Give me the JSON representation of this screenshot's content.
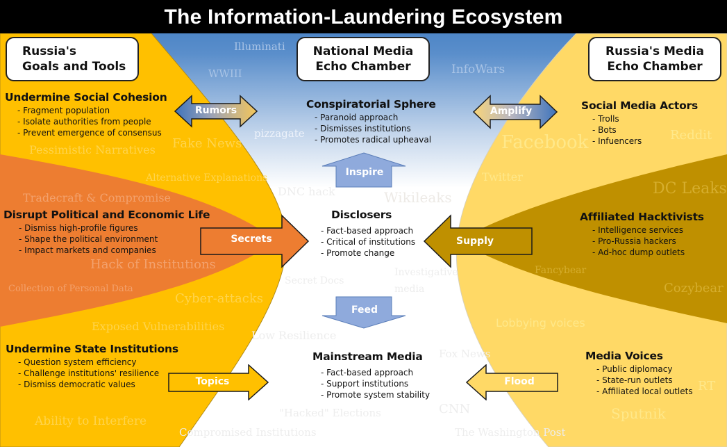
{
  "title": "The Information-Laundering Ecosystem",
  "colors": {
    "left_yellow": "#FFC000",
    "left_orange": "#ED7D31",
    "right_light_yellow": "#FFD966",
    "right_dark_gold": "#BF9000",
    "sky_blue": "#3E7CC0",
    "arrow_blue": "#8FAADC"
  },
  "headers": {
    "left": [
      "Russia's",
      "Goals and Tools"
    ],
    "center": [
      "National Media",
      "Echo Chamber"
    ],
    "right": [
      "Russia's Media",
      "Echo Chamber"
    ]
  },
  "left_blocks": [
    {
      "title": "Undermine Social Cohesion",
      "items": [
        "Fragment population",
        "Isolate authorities from people",
        "Prevent emergence of consensus"
      ]
    },
    {
      "title": "Disrupt Political and Economic Life",
      "items": [
        "Dismiss high-profile figures",
        "Shape the political environment",
        "Impact markets and companies"
      ]
    },
    {
      "title": "Undermine State Institutions",
      "items": [
        "Question system efficiency",
        "Challenge institutions' resilience",
        "Dismiss democratic values"
      ]
    }
  ],
  "center_blocks": [
    {
      "title": "Conspiratorial Sphere",
      "items": [
        "Paranoid approach",
        "Dismisses institutions",
        "Promotes radical upheaval"
      ]
    },
    {
      "title": "Disclosers",
      "items": [
        "Fact-based approach",
        "Critical of institutions",
        "Promote change"
      ]
    },
    {
      "title": "Mainstream Media",
      "items": [
        "Fact-based approach",
        "Support institutions",
        "Promote system stability"
      ]
    }
  ],
  "right_blocks": [
    {
      "title": "Social Media Actors",
      "items": [
        "Trolls",
        "Bots",
        "Infuencers"
      ]
    },
    {
      "title": "Affiliated Hacktivists",
      "items": [
        "Intelligence services",
        "Pro-Russia hackers",
        "Ad-hoc dump outlets"
      ]
    },
    {
      "title": "Media Voices",
      "items": [
        "Public diplomacy",
        "State-run outlets",
        "Affiliated local outlets"
      ]
    }
  ],
  "arrows": {
    "rumors": "Rumors",
    "secrets": "Secrets",
    "topics": "Topics",
    "amplify": "Amplify",
    "supply": "Supply",
    "flood": "Flood",
    "inspire": "Inspire",
    "feed": "Feed"
  },
  "watermarks": {
    "illuminati": "Illuminati",
    "wwiii": "WWIII",
    "infowars": "InfoWars",
    "pizzagate": "pizzagate",
    "fake_news": "Fake News",
    "pessimistic": "Pessimistic Narratives",
    "alt_expl": "Alternative Explanations",
    "tradecraft": "Tradecraft & Compromise",
    "dnc_hack": "DNC hack",
    "wikileaks": "Wikileaks",
    "hack_inst": "Hack of Institutions",
    "personal_data": "Collection of Personal Data",
    "secret_docs": "Secret Docs",
    "investigative": "Investigative",
    "media": "media",
    "cyber": "Cyber-attacks",
    "exposed": "Exposed Vulnerabilities",
    "low_res": "Low Resilience",
    "hacked_elections": "\"Hacked\" Elections",
    "ability": "Ability to Interfere",
    "compromised": "Compromised Institutions",
    "fox": "Fox News",
    "cnn": "CNN",
    "wapo": "The Washington Post",
    "facebook": "Facebook",
    "reddit": "Reddit",
    "twitter": "Twitter",
    "dc_leaks": "DC Leaks",
    "fancybear": "Fancybear",
    "cozybear": "Cozybear",
    "lobbying": "Lobbying voices",
    "rt": "RT",
    "sputnik": "Sputnik"
  }
}
